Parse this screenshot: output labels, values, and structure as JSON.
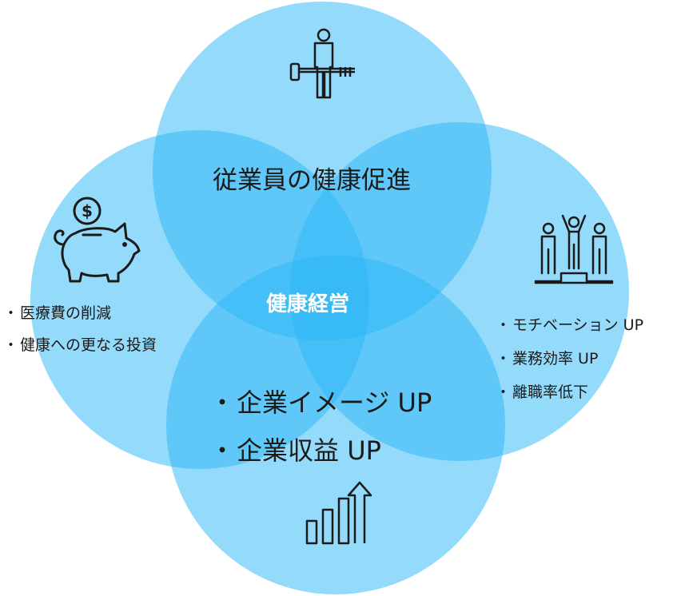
{
  "center": {
    "title": "健康経営"
  },
  "top": {
    "title": "従業員の健康促進",
    "icon": "weightlifter-icon"
  },
  "left": {
    "icon": "piggy-bank-dollar-icon",
    "items": [
      "医療費の削減",
      "健康への更なる投資"
    ]
  },
  "right": {
    "icon": "team-celebration-podium-icon",
    "items": [
      "モチベーション UP",
      "業務効率 UP",
      "離職率低下"
    ]
  },
  "bottom": {
    "icon": "growth-bar-chart-arrow-icon",
    "items": [
      "企業イメージ UP",
      "企業収益 UP"
    ]
  },
  "bullet": "・",
  "colors": {
    "circle_fill": "#29b6f6",
    "circle_opacity": 0.5,
    "text": "#1a1a1a",
    "center_text": "#ffffff"
  }
}
